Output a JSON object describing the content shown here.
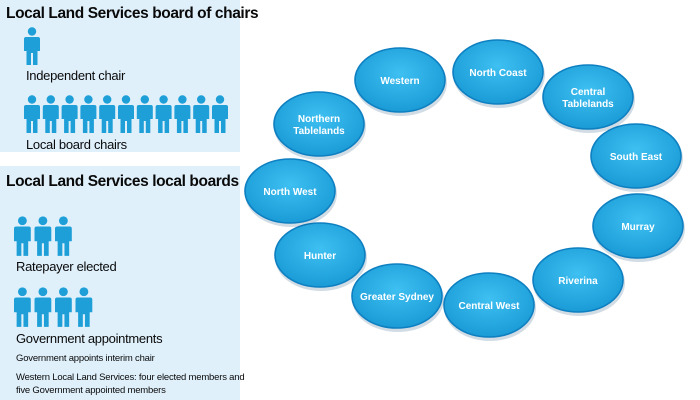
{
  "chairs_panel": {
    "title": "Local Land Services board of chairs",
    "independent_chair": "Independent chair",
    "local_board_chairs": "Local board chairs"
  },
  "boards_panel": {
    "title": "Local Land Services local boards",
    "ratepayer_elected": "Ratepayer elected",
    "government_appointments": "Government appointments",
    "note_interim_chair": "Government appoints interim chair",
    "note_western_1": "Western Local Land Services: four elected members and",
    "note_western_2": "five Government appointed members"
  },
  "regions": [
    {
      "lines": [
        "Western"
      ]
    },
    {
      "lines": [
        "North Coast"
      ]
    },
    {
      "lines": [
        "Central",
        "Tablelands"
      ]
    },
    {
      "lines": [
        "South East"
      ]
    },
    {
      "lines": [
        "Murray"
      ]
    },
    {
      "lines": [
        "Riverina"
      ]
    },
    {
      "lines": [
        "Central West"
      ]
    },
    {
      "lines": [
        "Greater Sydney"
      ]
    },
    {
      "lines": [
        "Hunter"
      ]
    },
    {
      "lines": [
        "North West"
      ]
    },
    {
      "lines": [
        "Northern",
        "Tablelands"
      ]
    }
  ],
  "figure_counts": {
    "independent_chair": 1,
    "local_board_chairs": 11,
    "ratepayer_elected": 3,
    "government_appointments": 4
  },
  "colors": {
    "panel_bg": "#dff0fb",
    "person": "#1e9fd8",
    "node_fill": "#2aaee6",
    "node_stroke": "#0e7fc0"
  },
  "icons": {
    "person": "person-icon"
  }
}
